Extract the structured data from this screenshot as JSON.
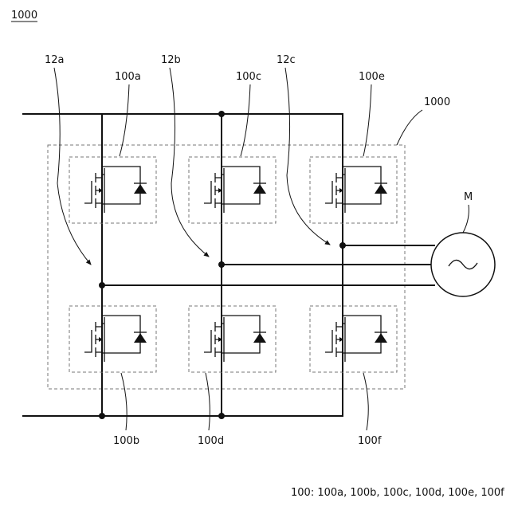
{
  "figure_label": "1000",
  "inverter_label": "1000",
  "motor_label": "M",
  "phase_labels": [
    "12a",
    "12b",
    "12c"
  ],
  "switch_labels": {
    "a": "100a",
    "b": "100b",
    "c": "100c",
    "d": "100d",
    "e": "100e",
    "f": "100f"
  },
  "footnote": "100: 100a, 100b, 100c, 100d, 100e, 100f"
}
